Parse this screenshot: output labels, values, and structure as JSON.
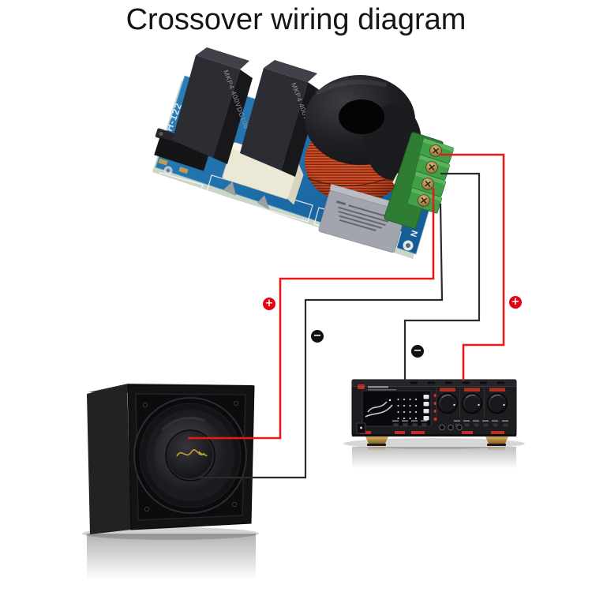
{
  "title": "Crossover wiring diagram",
  "board": {
    "model": "WEAH-122",
    "capacitor_label": "MKP4 400VDC106",
    "n_label": "N",
    "board_color": "#1d6ba6",
    "terminal_color": "#3fa046",
    "terminal_ways": 4
  },
  "wiring": {
    "badges": [
      {
        "symbol": "+",
        "color": "#e60012",
        "role": "speaker-positive"
      },
      {
        "symbol": "−",
        "color": "#101010",
        "role": "speaker-negative"
      },
      {
        "symbol": "−",
        "color": "#101010",
        "role": "amplifier-negative"
      },
      {
        "symbol": "+",
        "color": "#e60012",
        "role": "amplifier-positive"
      }
    ],
    "wire_colors": {
      "positive": "#e51a1a",
      "negative": "#2b2b2b"
    }
  },
  "devices": {
    "source": "crossover-board",
    "speaker": "subwoofer-speaker-box",
    "amplifier": "stereo-amplifier"
  }
}
